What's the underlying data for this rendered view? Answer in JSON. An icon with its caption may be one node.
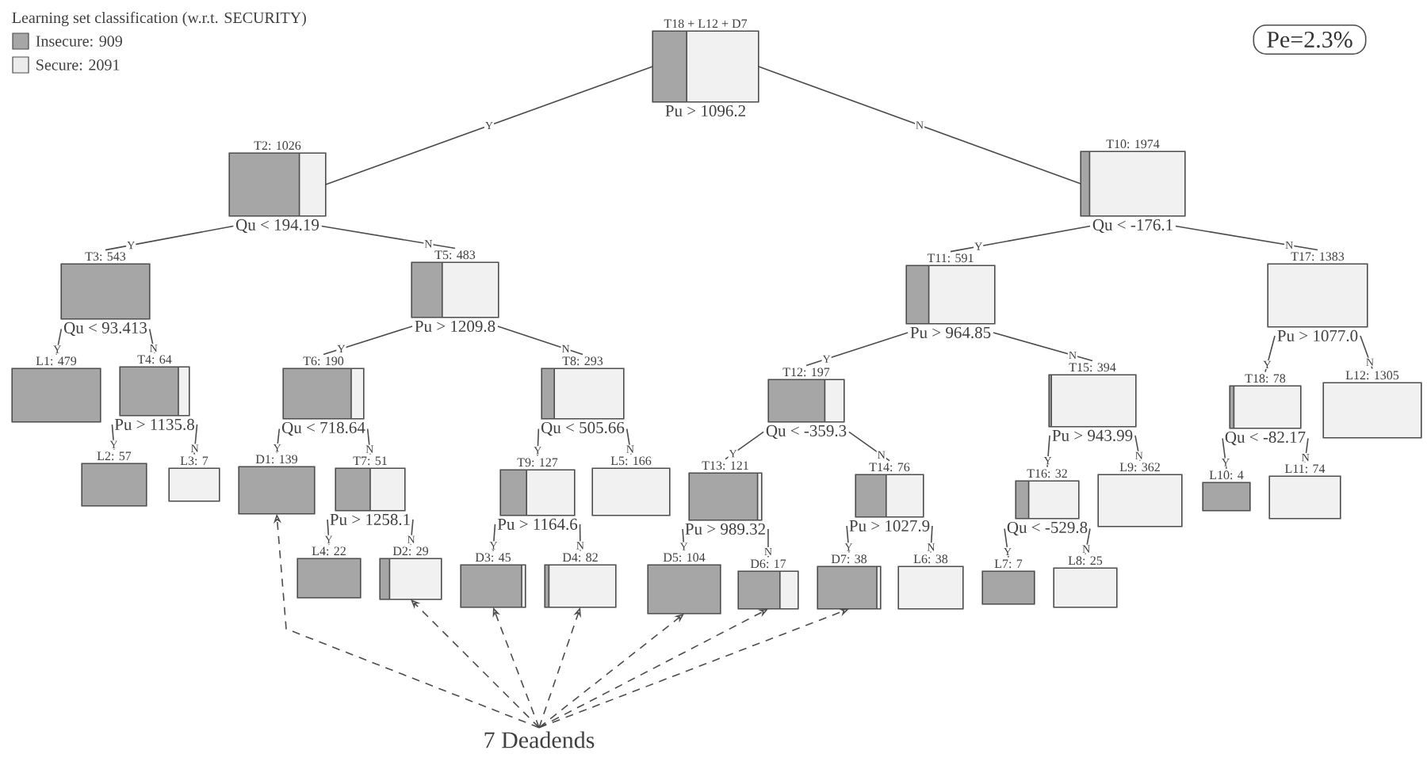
{
  "diagram": {
    "nodes": [
      {
        "text": [
          "T18 + L12 + D7",
          "Pu > 1096.2"
        ]
      },
      {
        "text": [
          "T2: 1026",
          "Qu < 194.19"
        ]
      },
      {
        "text": [
          "T3: 543",
          "Qu < 93.413"
        ]
      },
      {
        "text": [
          "L1: 479"
        ]
      },
      {
        "text": [
          "T4: 64",
          "Pu > 1135.8"
        ]
      },
      {
        "text": [
          "L2: 57"
        ]
      },
      {
        "text": [
          "L3: 7"
        ]
      },
      {
        "text": [
          "T5: 483",
          "Pu > 1209.8"
        ]
      },
      {
        "text": [
          "T6: 190",
          "Qu < 718.64"
        ]
      },
      {
        "text": [
          "D1: 139"
        ]
      },
      {
        "text": [
          "T7: 51",
          "Pu > 1258.1"
        ]
      },
      {
        "text": [
          "L4: 22"
        ]
      },
      {
        "text": [
          "D2: 29"
        ]
      },
      {
        "text": [
          "T8: 293",
          "Qu < 505.66"
        ]
      },
      {
        "text": [
          "T9: 127",
          "Pu > 1164.6"
        ]
      },
      {
        "text": [
          "L5: 166"
        ]
      },
      {
        "text": [
          "D3: 45"
        ]
      },
      {
        "text": [
          "D4: 82"
        ]
      },
      {
        "text": [
          "T10: 1974",
          "Qu < -176.1"
        ]
      },
      {
        "text": [
          "T11: 591",
          "Pu > 964.85"
        ]
      },
      {
        "text": [
          "T12: 197",
          "Qu < -359.3"
        ]
      },
      {
        "text": [
          "T13: 121",
          "Pu > 989.32"
        ]
      },
      {
        "text": [
          "D5: 104"
        ]
      },
      {
        "text": [
          "D6: 17"
        ]
      },
      {
        "text": [
          "T14: 76",
          "Pu > 1027.9"
        ]
      },
      {
        "text": [
          "D7: 38"
        ]
      },
      {
        "text": [
          "L6: 38"
        ]
      },
      {
        "text": [
          "T15: 394",
          "Pu > 943.99"
        ]
      },
      {
        "text": [
          "T16: 32",
          "Qu < -529.8"
        ]
      },
      {
        "text": [
          "L7: 7"
        ]
      },
      {
        "text": [
          "L8: 25"
        ]
      },
      {
        "text": [
          "L9: 362"
        ]
      },
      {
        "text": [
          "T17: 1383",
          "Pu > 1077.0"
        ]
      },
      {
        "text": [
          "T18: 78",
          "Qu < -82.17"
        ]
      },
      {
        "text": [
          "L12: 1305"
        ]
      },
      {
        "text": [
          "L10: 4"
        ]
      },
      {
        "text": [
          "L11: 74"
        ]
      },
      {
        "text": [
          "7 Deadends"
        ]
      },
      {
        "text": [
          "Pe=2.3%"
        ]
      }
    ],
    "edges": [
      {
        "from": 0,
        "to": 1,
        "arrow": "none",
        "label": "Y"
      },
      {
        "from": 0,
        "to": 18,
        "arrow": "none",
        "label": "N"
      },
      {
        "from": 1,
        "to": 2,
        "arrow": "none",
        "label": "Y"
      },
      {
        "from": 1,
        "to": 7,
        "arrow": "none",
        "label": "N"
      },
      {
        "from": 2,
        "to": 3,
        "arrow": "none",
        "label": "Y"
      },
      {
        "from": 2,
        "to": 4,
        "arrow": "none",
        "label": "N"
      },
      {
        "from": 4,
        "to": 5,
        "arrow": "none",
        "label": "Y"
      },
      {
        "from": 4,
        "to": 6,
        "arrow": "none",
        "label": "N"
      },
      {
        "from": 7,
        "to": 8,
        "arrow": "none",
        "label": "Y"
      },
      {
        "from": 7,
        "to": 13,
        "arrow": "none",
        "label": "N"
      },
      {
        "from": 8,
        "to": 9,
        "arrow": "none",
        "label": "Y"
      },
      {
        "from": 8,
        "to": 10,
        "arrow": "none",
        "label": "N"
      },
      {
        "from": 10,
        "to": 11,
        "arrow": "none",
        "label": "Y"
      },
      {
        "from": 10,
        "to": 12,
        "arrow": "none",
        "label": "N"
      },
      {
        "from": 13,
        "to": 14,
        "arrow": "none",
        "label": "Y"
      },
      {
        "from": 13,
        "to": 15,
        "arrow": "none",
        "label": "N"
      },
      {
        "from": 14,
        "to": 16,
        "arrow": "none",
        "label": "Y"
      },
      {
        "from": 14,
        "to": 17,
        "arrow": "none",
        "label": "N"
      },
      {
        "from": 18,
        "to": 19,
        "arrow": "none",
        "label": "Y"
      },
      {
        "from": 18,
        "to": 32,
        "arrow": "none",
        "label": "N"
      },
      {
        "from": 19,
        "to": 20,
        "arrow": "none",
        "label": "Y"
      },
      {
        "from": 19,
        "to": 27,
        "arrow": "none",
        "label": "N"
      },
      {
        "from": 20,
        "to": 21,
        "arrow": "none",
        "label": "Y"
      },
      {
        "from": 20,
        "to": 24,
        "arrow": "none",
        "label": "N"
      },
      {
        "from": 21,
        "to": 22,
        "arrow": "none",
        "label": "Y"
      },
      {
        "from": 21,
        "to": 23,
        "arrow": "none",
        "label": "N"
      },
      {
        "from": 24,
        "to": 25,
        "arrow": "none",
        "label": "Y"
      },
      {
        "from": 24,
        "to": 26,
        "arrow": "none",
        "label": "N"
      },
      {
        "from": 27,
        "to": 28,
        "arrow": "none",
        "label": "Y"
      },
      {
        "from": 27,
        "to": 31,
        "arrow": "none",
        "label": "N"
      },
      {
        "from": 28,
        "to": 29,
        "arrow": "none",
        "label": "Y"
      },
      {
        "from": 28,
        "to": 30,
        "arrow": "none",
        "label": "N"
      },
      {
        "from": 32,
        "to": 33,
        "arrow": "none",
        "label": "Y"
      },
      {
        "from": 32,
        "to": 34,
        "arrow": "none",
        "label": "N"
      },
      {
        "from": 33,
        "to": 35,
        "arrow": "none",
        "label": "Y"
      },
      {
        "from": 33,
        "to": 36,
        "arrow": "none",
        "label": "N"
      },
      {
        "from": 37,
        "to": 9,
        "arrow": "to",
        "style": "dashed"
      },
      {
        "from": 37,
        "to": 12,
        "arrow": "to",
        "style": "dashed"
      },
      {
        "from": 37,
        "to": 16,
        "arrow": "to",
        "style": "dashed"
      },
      {
        "from": 37,
        "to": 17,
        "arrow": "to",
        "style": "dashed"
      },
      {
        "from": 37,
        "to": 22,
        "arrow": "to",
        "style": "dashed"
      },
      {
        "from": 37,
        "to": 23,
        "arrow": "to",
        "style": "dashed"
      },
      {
        "from": 37,
        "to": 25,
        "arrow": "to",
        "style": "dashed"
      }
    ],
    "labels": [
      "Learning set classification (w.r.t. SECURITY)"
    ],
    "legend": [
      {
        "text": "Insecure: 909",
        "color": "#a6a6a6"
      },
      {
        "text": "Secure: 2091",
        "color": "#ececec"
      }
    ]
  }
}
